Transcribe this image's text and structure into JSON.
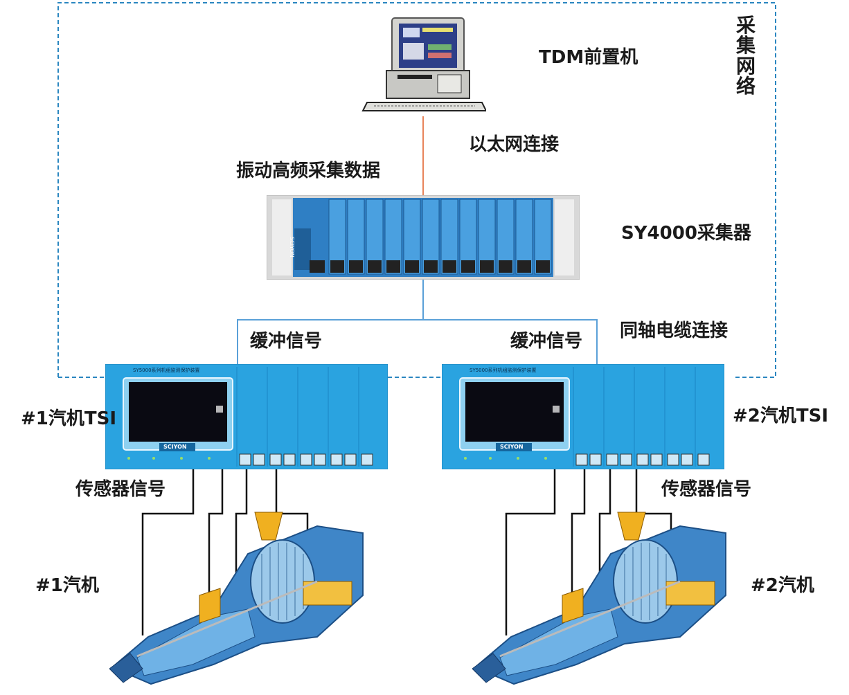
{
  "labels": {
    "tdm": "TDM前置机",
    "ethernet": "以太网连接",
    "hf_data": "振动高频采集数据",
    "collector": "SY4000采集器",
    "coax": "同轴电缆连接",
    "buffer_left": "缓冲信号",
    "buffer_right": "缓冲信号",
    "tsi1": "#1汽机TSI",
    "tsi2": "#2汽机TSI",
    "sensor_left": "传感器信号",
    "sensor_right": "传感器信号",
    "turbine1": "#1汽机",
    "turbine2": "#2汽机",
    "network": [
      "采",
      "集",
      "网",
      "络"
    ]
  },
  "devices": {
    "tsi_header": "SY5000系列机组监测保护装置",
    "tsi_brand": "SCIYON",
    "collector_brand": "SCIYON"
  },
  "icons": [
    "computer-icon",
    "collector-rack",
    "tsi-rack",
    "steam-turbine"
  ],
  "colors": {
    "boundary": "#2a86c0",
    "ethernet_line": "#e8845a",
    "coax_line": "#5aa0d8",
    "sensor_line": "#111111",
    "panel_blue": "#2aa3e0"
  }
}
